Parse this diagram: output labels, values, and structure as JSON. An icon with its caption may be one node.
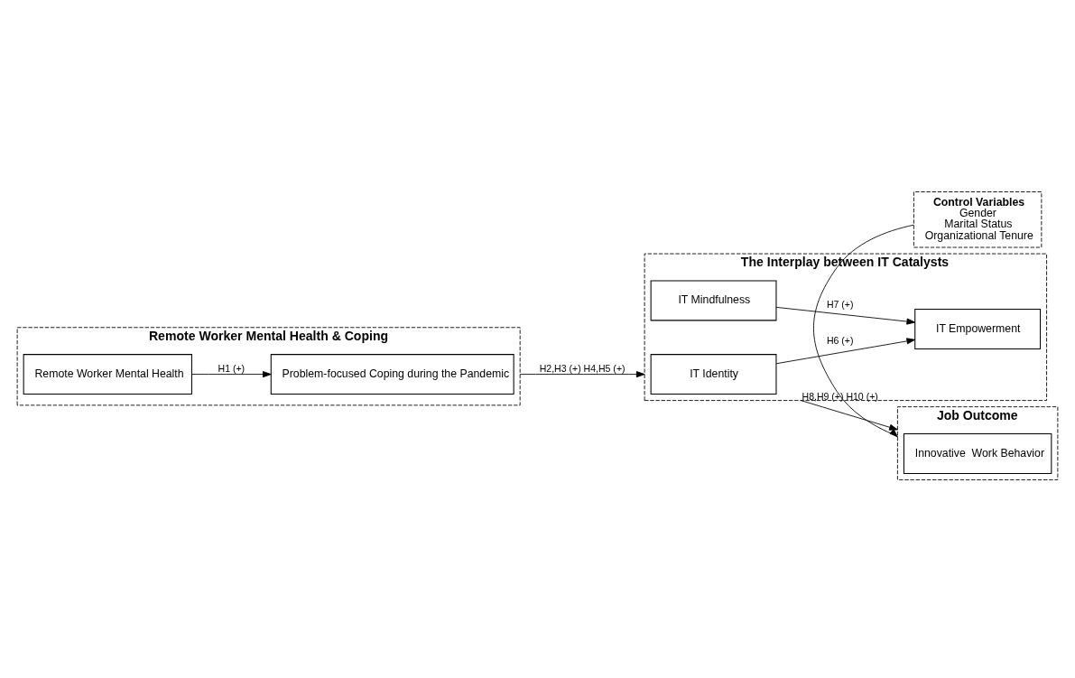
{
  "diagram": {
    "nodes": [
      {
        "text": [
          "Remote Worker Mental Health & Coping"
        ]
      },
      {
        "text": [
          "Problem-focused Coping during the Pandemic"
        ],
        "in": 0
      },
      {
        "text": [
          "Remote Worker Mental Health"
        ],
        "in": 0
      },
      {
        "text": [
          "The Interplay between IT Catalysts"
        ]
      },
      {
        "text": [
          "IT Identity"
        ],
        "in": 3
      },
      {
        "text": [
          "IT Mindfulness"
        ],
        "in": 3
      },
      {
        "text": [
          "IT Empowerment"
        ],
        "in": 3
      },
      {
        "text": [
          "Job Outcome"
        ]
      },
      {
        "text": [
          "Innovative  Work Behavior"
        ],
        "in": 7
      },
      {
        "text": [
          "Control Variables",
          "Gender",
          "Marital Status",
          "Organizational Tenure"
        ]
      }
    ],
    "edges": [
      {
        "from": 2,
        "to": 1,
        "arrow": "to",
        "label": "H1 (+)"
      },
      {
        "from": 0,
        "to": 3,
        "arrow": "to",
        "label": "H2,H3 (+) H4,H5 (+)"
      },
      {
        "from": 4,
        "to": 6,
        "arrow": "to",
        "label": "H6 (+)"
      },
      {
        "from": 5,
        "to": 6,
        "arrow": "to",
        "label": "H7 (+)"
      },
      {
        "from": 3,
        "to": 7,
        "arrow": "to",
        "label": "H8,H9 (+) H10 (+)"
      },
      {
        "from": 9,
        "to": 7,
        "arrow": "to"
      }
    ]
  }
}
